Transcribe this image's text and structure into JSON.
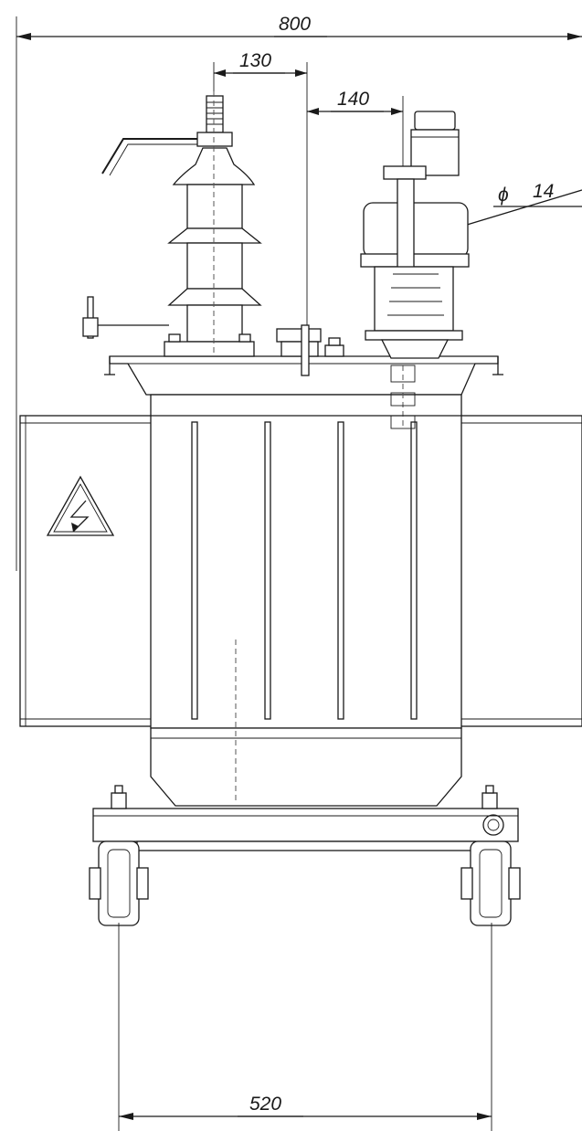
{
  "dimensions": {
    "overall_width": "800",
    "hv_bushing_offset": "130",
    "lv_bushing_offset": "140",
    "lv_terminal_diameter_symbol": "ϕ",
    "lv_terminal_diameter": "14",
    "wheel_track": "520"
  },
  "icons": {
    "warning_sign": "high-voltage-warning-icon"
  }
}
